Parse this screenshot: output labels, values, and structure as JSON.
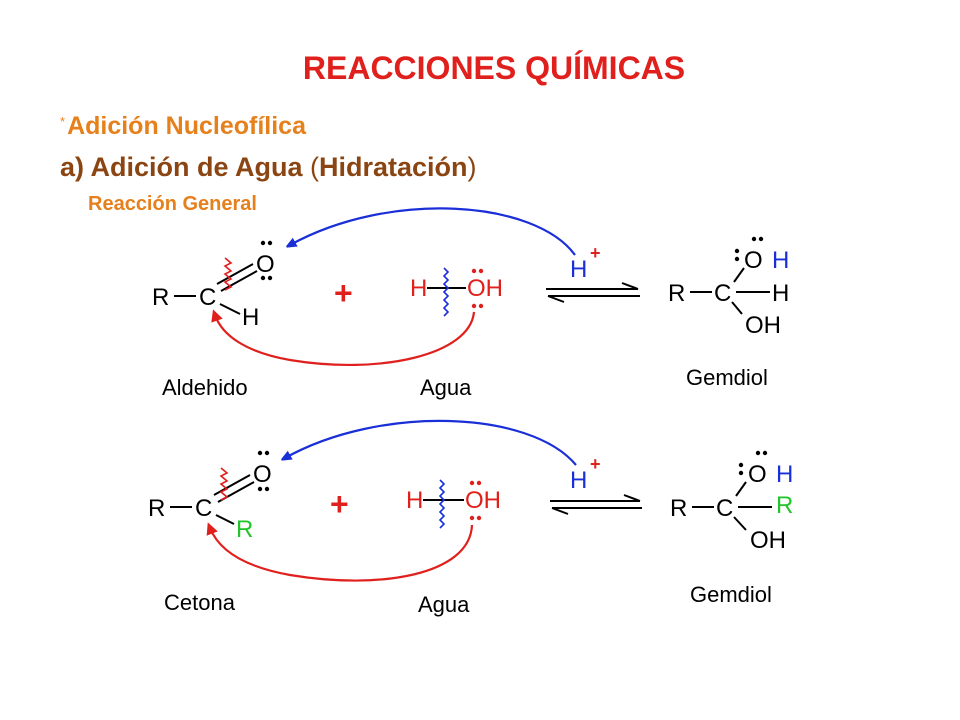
{
  "title": "REACCIONES QUÍMICAS",
  "subtitle1_star": "*",
  "subtitle1": "Adición Nucleofílica",
  "subtitle2_main": "a) Adición de Agua ",
  "subtitle2_open": "(",
  "subtitle2_mid": "Hidratación",
  "subtitle2_close": ")",
  "subtitle3": "Reacción General",
  "reaction1": {
    "reactant_label": "Aldehido",
    "water_label": "Agua",
    "product_label": "Gemdiol",
    "catalyst": "H",
    "catalyst_charge": "+",
    "plus": "+",
    "atoms": {
      "R": "R",
      "C": "C",
      "O": "O",
      "H": "H",
      "water_H": "H",
      "water_OH": "OH",
      "prod_R": "R",
      "prod_C": "C",
      "prod_O": "O",
      "prod_H_on_O": "H",
      "prod_H": "H",
      "prod_OH": "OH"
    }
  },
  "reaction2": {
    "reactant_label": "Cetona",
    "water_label": "Agua",
    "product_label": "Gemdiol",
    "catalyst": "H",
    "catalyst_charge": "+",
    "plus": "+",
    "atoms": {
      "R": "R",
      "C": "C",
      "O": "O",
      "R2": "R",
      "water_H": "H",
      "water_OH": "OH",
      "prod_R": "R",
      "prod_C": "C",
      "prod_O": "O",
      "prod_H_on_O": "H",
      "prod_R2": "R",
      "prod_OH": "OH"
    }
  },
  "colors": {
    "title": "#e0201c",
    "orange": "#e6801c",
    "brown": "#8b4513",
    "blue": "#1a2fd8",
    "red": "#e0201c",
    "green": "#22c32b"
  }
}
